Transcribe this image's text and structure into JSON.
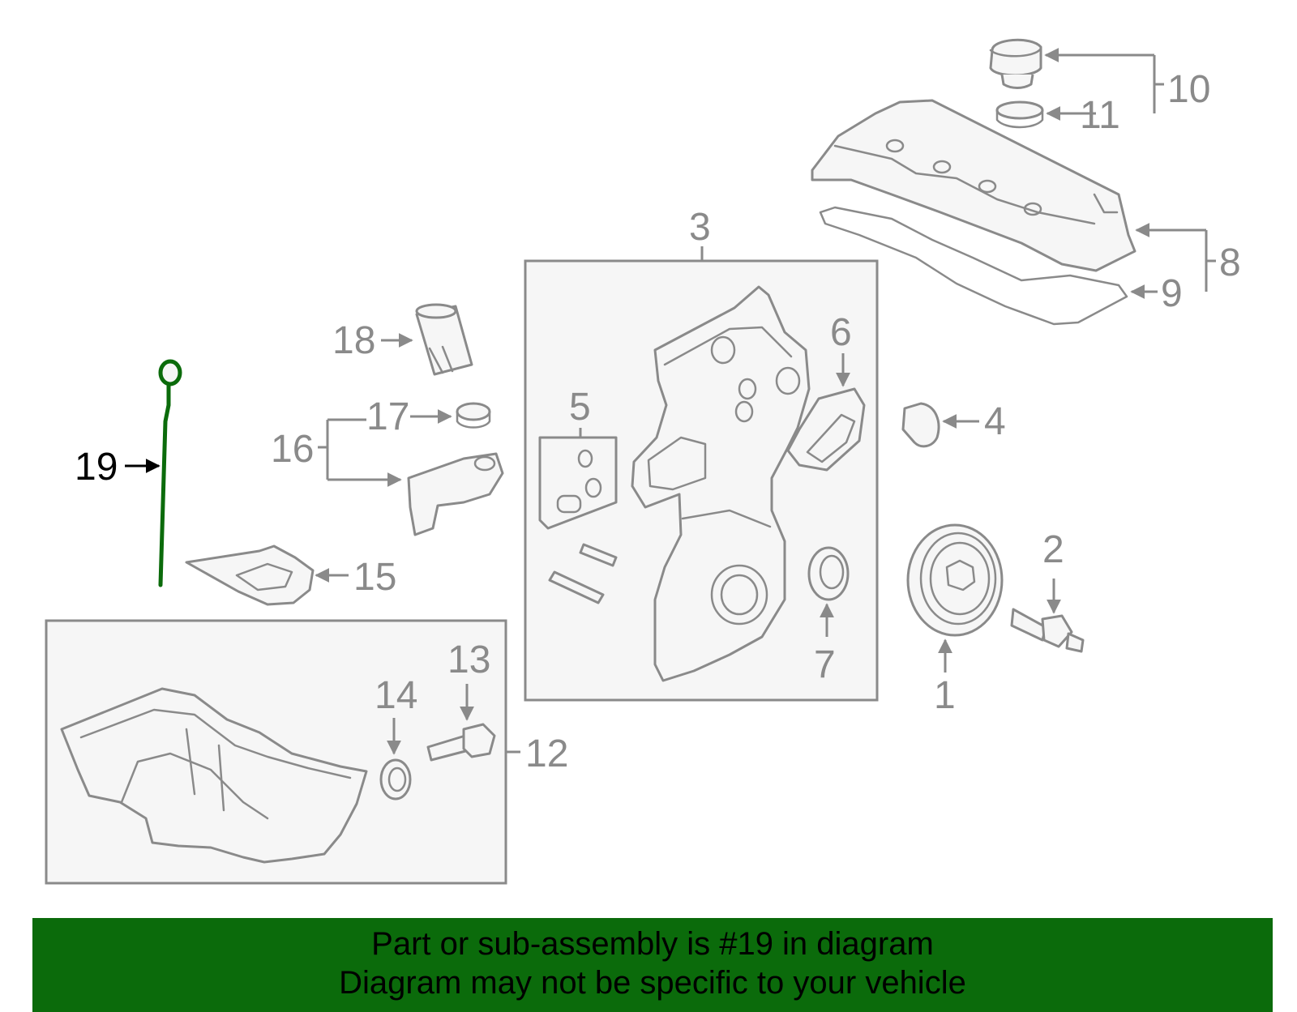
{
  "diagram": {
    "callouts": [
      "1",
      "2",
      "3",
      "4",
      "5",
      "6",
      "7",
      "8",
      "9",
      "10",
      "11",
      "12",
      "13",
      "14",
      "15",
      "16",
      "17",
      "18",
      "19"
    ],
    "highlighted_callout": "19",
    "colors": {
      "line": "#8a8a8a",
      "highlight": "#0b6b0b",
      "banner": "#0b6b0b",
      "fill": "#f6f6f6"
    }
  },
  "banner": {
    "line1": "Part or sub-assembly is #19 in diagram",
    "line2": "Diagram may not be specific to your vehicle"
  }
}
